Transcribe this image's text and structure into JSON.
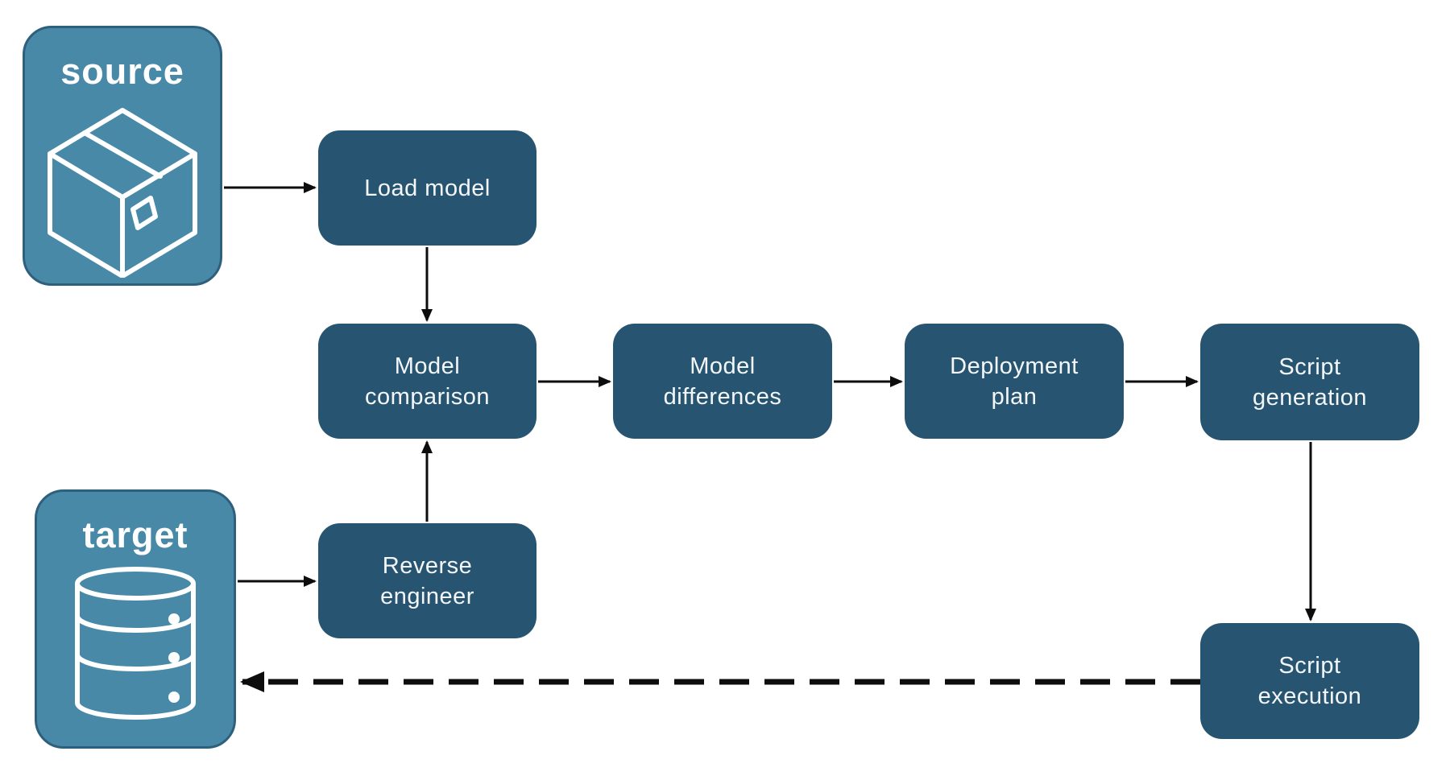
{
  "diagram": {
    "endpoints": {
      "source": {
        "label": "source",
        "icon": "package-icon"
      },
      "target": {
        "label": "target",
        "icon": "database-icon"
      }
    },
    "nodes": {
      "load_model": {
        "label": "Load model"
      },
      "model_comparison": {
        "label": "Model\ncomparison"
      },
      "model_differences": {
        "label": "Model\ndifferences"
      },
      "deployment_plan": {
        "label": "Deployment\nplan"
      },
      "script_generation": {
        "label": "Script\ngeneration"
      },
      "reverse_engineer": {
        "label": "Reverse\nengineer"
      },
      "script_execution": {
        "label": "Script\nexecution"
      }
    },
    "edges": [
      {
        "from": "source",
        "to": "load_model",
        "style": "solid"
      },
      {
        "from": "load_model",
        "to": "model_comparison",
        "style": "solid"
      },
      {
        "from": "model_comparison",
        "to": "model_differences",
        "style": "solid"
      },
      {
        "from": "model_differences",
        "to": "deployment_plan",
        "style": "solid"
      },
      {
        "from": "deployment_plan",
        "to": "script_generation",
        "style": "solid"
      },
      {
        "from": "script_generation",
        "to": "script_execution",
        "style": "solid"
      },
      {
        "from": "target",
        "to": "reverse_engineer",
        "style": "solid"
      },
      {
        "from": "reverse_engineer",
        "to": "model_comparison",
        "style": "solid"
      },
      {
        "from": "script_execution",
        "to": "target",
        "style": "dashed"
      }
    ],
    "colors": {
      "background": "#ffffff",
      "node_fill": "#275470",
      "node_text": "#f4f7f9",
      "endpoint_fill": "#4889a8",
      "endpoint_border": "#2d607c",
      "endpoint_text": "#ffffff",
      "arrow": "#0d0d0d"
    }
  }
}
